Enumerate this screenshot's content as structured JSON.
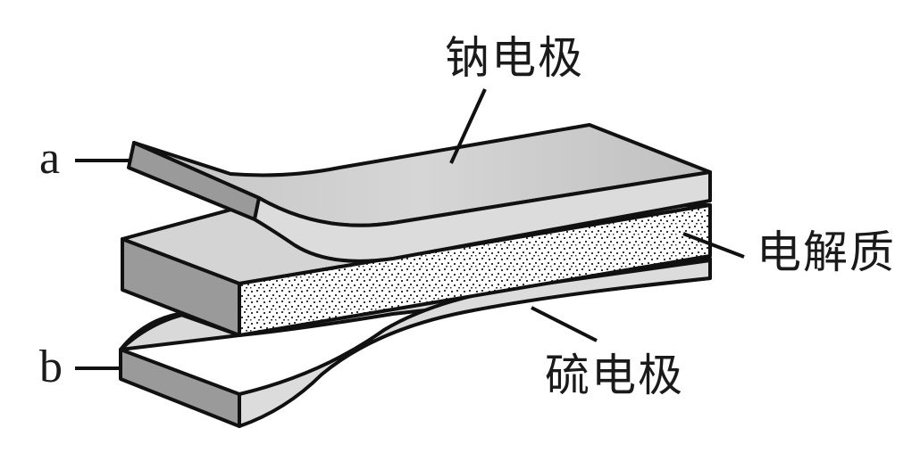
{
  "labels": {
    "sodium_electrode": "钠电极",
    "electrolyte": "电解质",
    "sulfur_electrode": "硫电极",
    "terminal_a": "a",
    "terminal_b": "b"
  },
  "colors": {
    "outline": "#111111",
    "dark_face": "#9a9a9a",
    "light_face": "#dcdcdc",
    "top_face": "#c8c8c8",
    "electrolyte_fill": "#ffffff",
    "dots": "#333333"
  }
}
